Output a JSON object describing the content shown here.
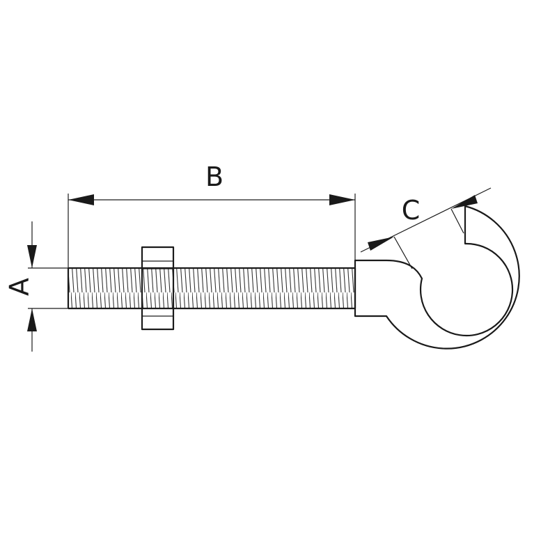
{
  "dimensions": {
    "a": "A",
    "b": "B",
    "c": "C"
  },
  "colors": {
    "line": "#1a1a1a",
    "background": "#ffffff"
  }
}
